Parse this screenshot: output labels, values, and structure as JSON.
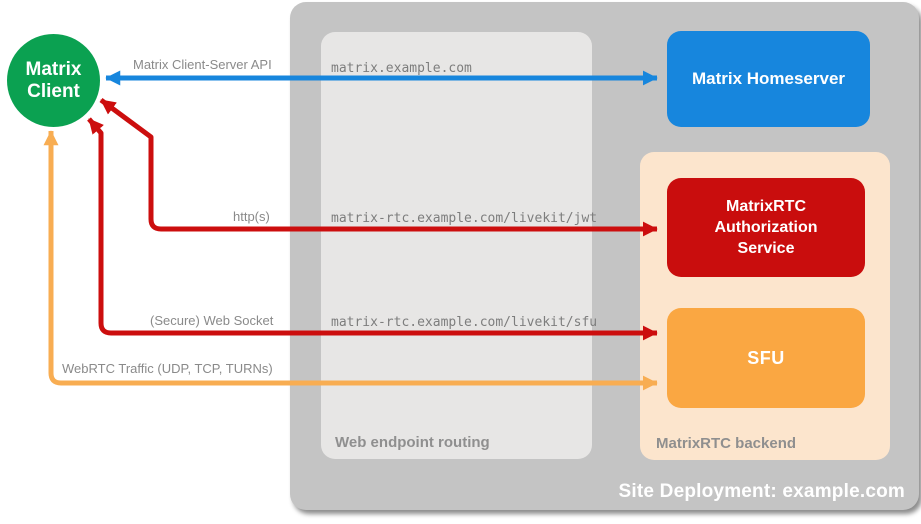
{
  "client": {
    "label": "Matrix Client"
  },
  "site": {
    "label": "Site Deployment: example.com"
  },
  "routing": {
    "label": "Web endpoint routing",
    "endpoints": [
      "matrix.example.com",
      "matrix-rtc.example.com/livekit/jwt",
      "matrix-rtc.example.com/livekit/sfu"
    ]
  },
  "backend": {
    "label": "MatrixRTC backend"
  },
  "nodes": {
    "homeserver": "Matrix Homeserver",
    "auth_service": "MatrixRTC Authorization Service",
    "sfu": "SFU"
  },
  "arrows": {
    "api": {
      "label": "Matrix Client-Server API",
      "color": "#1786dd",
      "direction": "bidirectional"
    },
    "http": {
      "label": "http(s)",
      "color": "#cc0e0e",
      "direction": "bidirectional"
    },
    "websocket": {
      "label": "(Secure) Web Socket",
      "color": "#cc0e0e",
      "direction": "bidirectional"
    },
    "webrtc": {
      "label": "WebRTC Traffic (UDP, TCP, TURNs)",
      "color": "#f8ad52",
      "direction": "bidirectional"
    }
  },
  "colors": {
    "client_green": "#0ba151",
    "homeserver_blue": "#1786dd",
    "auth_red": "#c90d0d",
    "sfu_orange": "#faa742",
    "backend_peach": "#fce5cd",
    "site_gray": "#c4c4c4",
    "routing_gray": "#e7e6e5",
    "label_gray": "#8a8a8a"
  }
}
